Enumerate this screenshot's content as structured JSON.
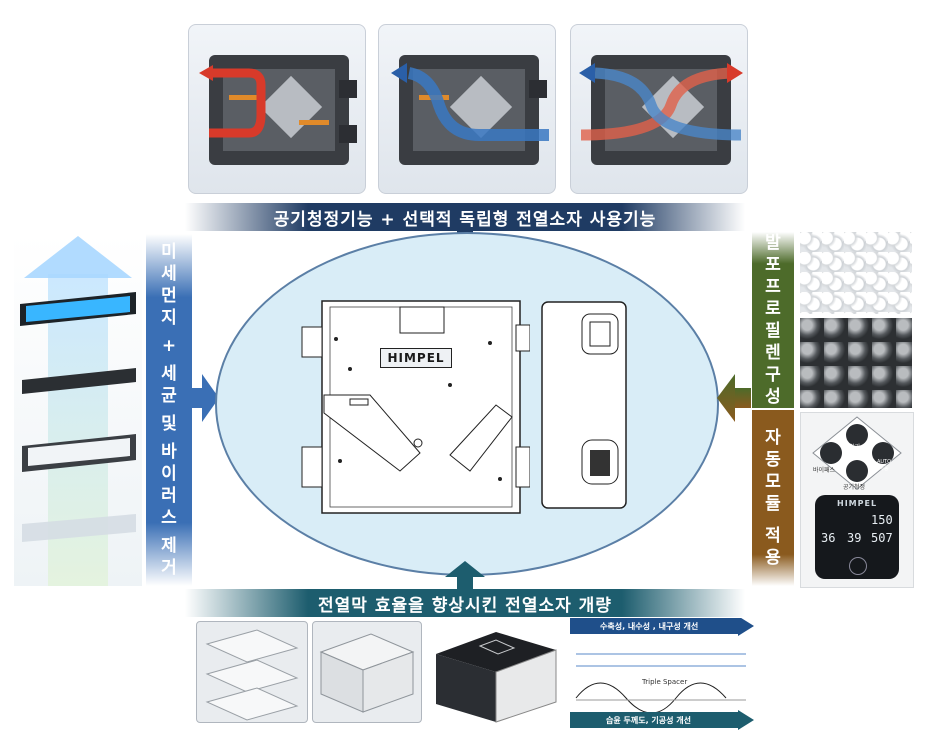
{
  "top_banner": {
    "text": "공기청정기능 + 선택적 독립형 전열소자 사용기능"
  },
  "bottom_banner": {
    "text": "전열막 효율을 향상시킨 전열소자 개량"
  },
  "left_banner": {
    "chars": [
      "미",
      "세",
      "먼",
      "지",
      " ",
      "+",
      " ",
      "세",
      "균",
      " ",
      "및",
      " ",
      "바",
      "이",
      "러",
      "스",
      " ",
      "제",
      "거"
    ]
  },
  "right_banner_top": {
    "chars": [
      "발",
      "포",
      "프",
      "로",
      "필",
      "렌",
      " ",
      "구",
      "성"
    ]
  },
  "right_banner_bottom": {
    "chars": [
      "자",
      "동",
      "모",
      "듈",
      " ",
      "적",
      "용"
    ]
  },
  "device": {
    "logo": "HIMPEL"
  },
  "control_panel": {
    "labels": {
      "top": "환기",
      "left": "바이패스",
      "right": "AUTO 자동",
      "bottom": "공기청정"
    },
    "display_logo": "HIMPEL",
    "display_values": [
      "36",
      "39",
      "150",
      "507"
    ]
  },
  "element_notes": {
    "top": "수축성, 내수성 , 내구성 개선",
    "middle": "Triple Spacer",
    "bottom": "습윤 두께도, 기공성 개선"
  },
  "colors": {
    "banner_dark": "#1f3b63",
    "banner_blue": "#3a6fb5",
    "green_banner": "#4d6b2a",
    "brown_banner": "#8a5a1e",
    "ellipse_fill": "#d9edf7",
    "teal": "#1d5d6e"
  }
}
